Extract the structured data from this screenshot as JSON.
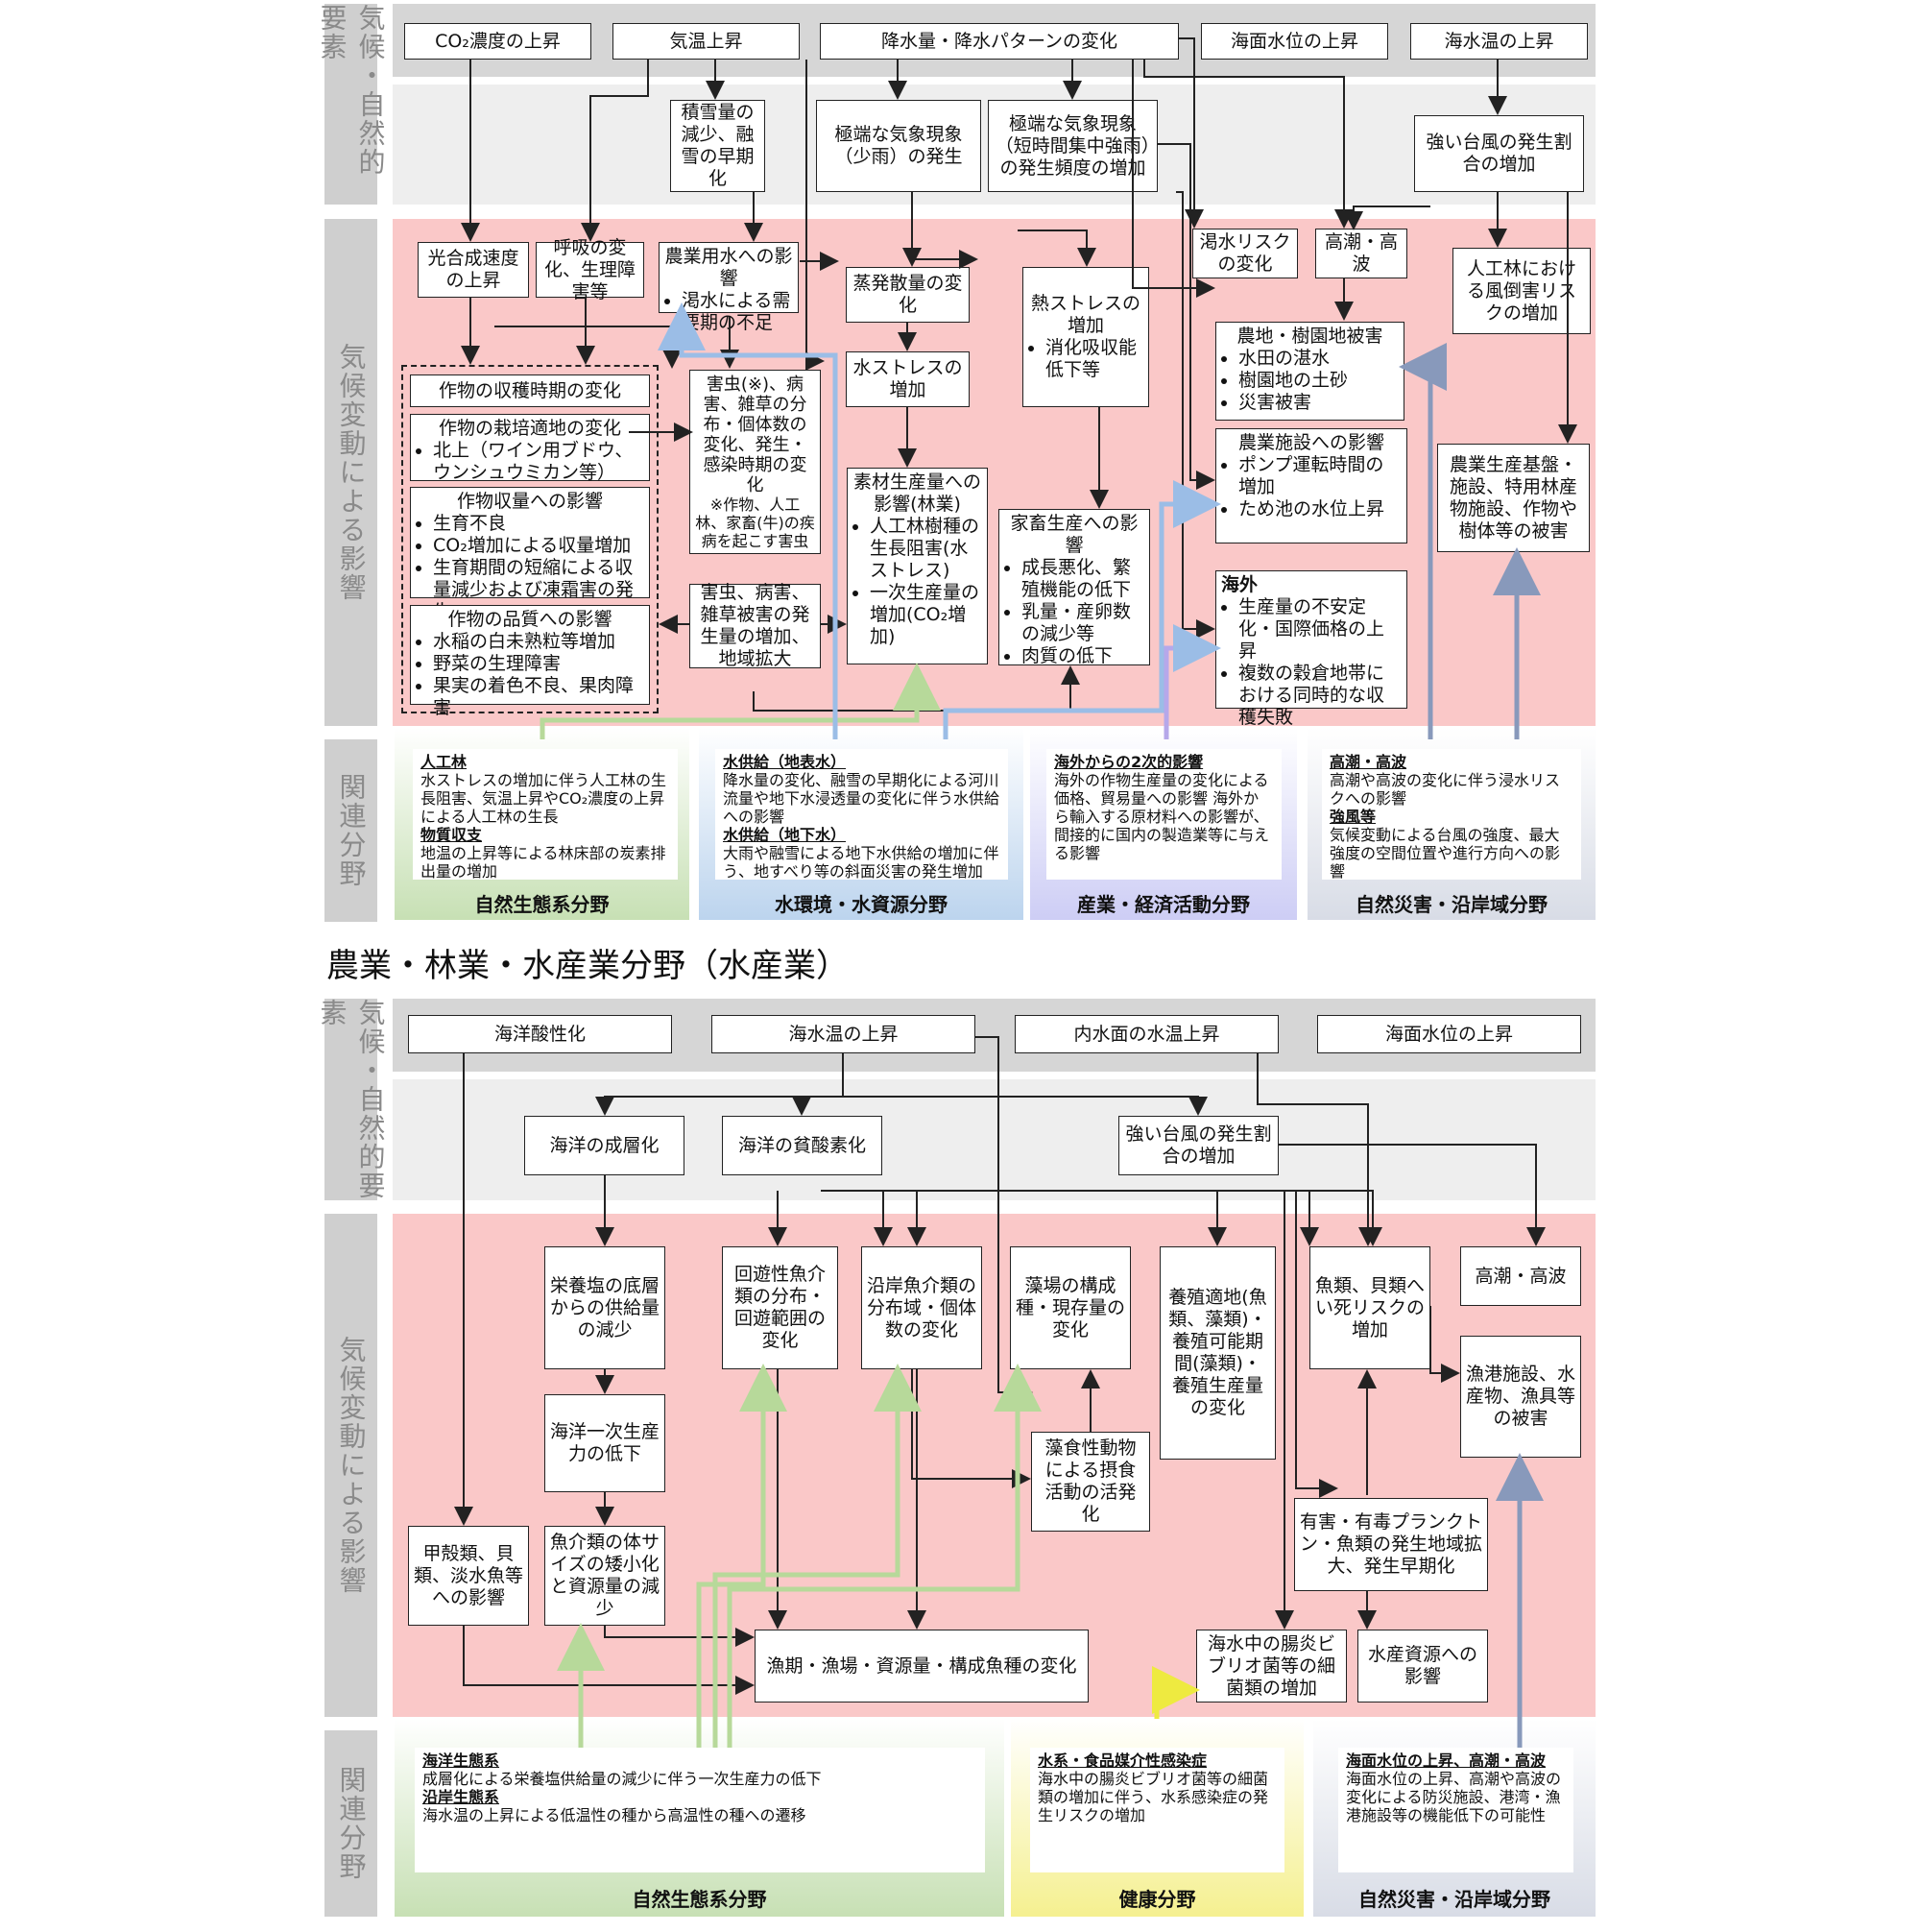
{
  "section2_title": "農業・林業・水産業分野（水産業）",
  "side_labels": {
    "climate": "気候・自然的要素",
    "impact": "気候変動による影響",
    "related": "関連分野"
  },
  "top": {
    "drivers": {
      "co2": "CO₂濃度の上昇",
      "temp": "気温上昇",
      "rain": "降水量・降水パターンの変化",
      "sealevel": "海面水位の上昇",
      "seatemp": "海水温の上昇"
    },
    "mid": {
      "snow": "積雪量の減少、融雪の早期化",
      "extreme_low": "極端な気象現象（少雨）の発生",
      "extreme_heavy": "極端な気象現象（短時間集中強雨）の発生頻度の増加",
      "typhoon": "強い台風の発生割合の増加"
    },
    "impacts": {
      "photo": "光合成速度の上昇",
      "resp": "呼吸の変化、生理障害等",
      "water_title": "農業用水への影響",
      "water_items": [
        "渇水による需要期の不足"
      ],
      "drought": "渇水リスクの変化",
      "tide": "高潮・高波",
      "wind": "人工林における風倒害リスクの増加",
      "evap": "蒸発散量の変化",
      "heat_title": "熱ストレスの増加",
      "heat_items": [
        "消化吸収能低下等"
      ],
      "waterstress": "水ストレスの増加",
      "pest": "害虫(※)、病害、雑草の分布・個体数の変化、発生・感染時期の変化",
      "pest_note": "※作物、人工林、家畜(牛)の疾病を起こす害虫",
      "pest_dmg": "害虫、病害、雑草被害の発生量の増加、地域拡大",
      "harvest": "作物の収穫時期の変化",
      "suit_title": "作物の栽培適地の変化",
      "suit_items": [
        "北上（ワイン用ブドウ、ウンシュウミカン等）"
      ],
      "yield_title": "作物収量への影響",
      "yield_items": [
        "生育不良",
        "CO₂増加による収量増加",
        "生育期間の短縮による収量減少および凍霜害の発生"
      ],
      "quality_title": "作物の品質への影響",
      "quality_items": [
        "水稲の白未熟粒等増加",
        "野菜の生理障害",
        "果実の着色不良、果肉障害"
      ],
      "forest_title": "素材生産量への影響(林業)",
      "forest_items": [
        "人工林樹種の生長阻害(水ストレス)",
        "一次生産量の増加(CO₂増加)"
      ],
      "livestock_title": "家畜生産への影響",
      "livestock_items": [
        "成長悪化、繁殖機能の低下",
        "乳量・産卵数の減少等",
        "肉質の低下"
      ],
      "farm_title": "農地・樹園地被害",
      "farm_items": [
        "水田の湛水",
        "樹園地の土砂",
        "災害被害"
      ],
      "facility_title": "農業施設への影響",
      "facility_items": [
        "ポンプ運転時間の増加",
        "ため池の水位上昇"
      ],
      "overseas_title": "海外",
      "overseas_items": [
        "生産量の不安定化・国際価格の上昇",
        "複数の穀倉地帯における同時的な収穫失敗"
      ],
      "base": "農業生産基盤・施設、特用林産物施設、作物や樹体等の被害"
    },
    "fields": [
      {
        "label": "自然生態系分野",
        "h1": "人工林",
        "t1": "水ストレスの増加に伴う人工林の生長阻害、気温上昇やCO₂濃度の上昇による人工林の生長",
        "h2": "物質収支",
        "t2": "地温の上昇等による林床部の炭素排出量の増加",
        "color": "#c7e0b4"
      },
      {
        "label": "水環境・水資源分野",
        "h1": "水供給（地表水）",
        "t1": "降水量の変化、融雪の早期化による河川流量や地下水浸透量の変化に伴う水供給への影響",
        "h2": "水供給（地下水）",
        "t2": "大雨や融雪による地下水供給の増加に伴う、地すべり等の斜面災害の発生増加",
        "color": "#bcd4ee"
      },
      {
        "label": "産業・経済活動分野",
        "h1": "海外からの2次的影響",
        "t1": "海外の作物生産量の変化による価格、貿易量への影響 海外から輸入する原材料への影響が、間接的に国内の製造業等に与える影響",
        "h2": "",
        "t2": "",
        "color": "#cdcdf5"
      },
      {
        "label": "自然災害・沿岸域分野",
        "h1": "高潮・高波",
        "t1": "高潮や高波の変化に伴う浸水リスクへの影響",
        "h2": "強風等",
        "t2": "気候変動による台風の強度、最大強度の空間位置や進行方向への影響",
        "color": "#d8dce6"
      }
    ]
  },
  "bottom": {
    "drivers": {
      "acid": "海洋酸性化",
      "seatemp": "海水温の上昇",
      "inland": "内水面の水温上昇",
      "sealevel": "海面水位の上昇"
    },
    "mid": {
      "strat": "海洋の成層化",
      "deox": "海洋の貧酸素化",
      "typhoon": "強い台風の発生割合の増加"
    },
    "impacts": {
      "nutrient": "栄養塩の底層からの供給量の減少",
      "migratory": "回遊性魚介類の分布・回遊範囲の変化",
      "coastal": "沿岸魚介類の分布域・個体数の変化",
      "seaweed": "藻場の構成種・現存量の変化",
      "aqua": "養殖適地(魚類、藻類)・養殖可能期間(藻類)・養殖生産量の変化",
      "die": "魚類、貝類へい死リスクの増加",
      "tide": "高潮・高波",
      "primary": "海洋一次生産力の低下",
      "herbivore": "藻食性動物による摂食活動の活発化",
      "plankton": "有害・有毒プランクトン・魚類の発生地域拡大、発生早期化",
      "port": "漁港施設、水産物、漁具等の被害",
      "shell": "甲殻類、貝類、淡水魚等への影響",
      "size": "魚介類の体サイズの矮小化と資源量の減少",
      "fishery": "漁期・漁場・資源量・構成魚種の変化",
      "vibrio": "海水中の腸炎ビブリオ菌等の細菌類の増加",
      "resource": "水産資源への影響"
    },
    "fields": [
      {
        "label": "自然生態系分野",
        "h1": "海洋生態系",
        "t1": "成層化による栄養塩供給量の減少に伴う一次生産力の低下",
        "h2": "沿岸生態系",
        "t2": "海水温の上昇による低温性の種から高温性の種への遷移",
        "color": "#c7e0b4"
      },
      {
        "label": "健康分野",
        "h1": "水系・食品媒介性感染症",
        "t1": "海水中の腸炎ビブリオ菌等の細菌類の増加に伴う、水系感染症の発生リスクの増加",
        "h2": "",
        "t2": "",
        "color": "#f5f090"
      },
      {
        "label": "自然災害・沿岸域分野",
        "h1": "海面水位の上昇、高潮・高波",
        "t1": "海面水位の上昇、高潮や高波の変化による防災施設、港湾・漁港施設等の機能低下の可能性",
        "h2": "",
        "t2": "",
        "color": "#d8dce6"
      }
    ]
  }
}
